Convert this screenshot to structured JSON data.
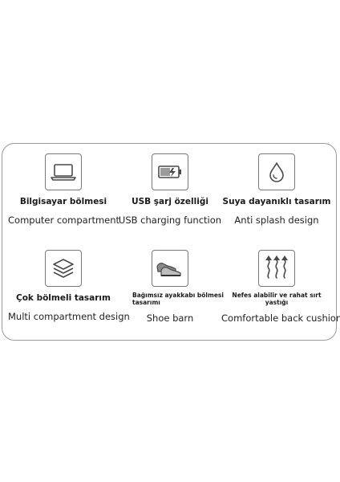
{
  "features": [
    {
      "title": "Bilgisayar bölmesi",
      "subtitle": "Computer compartment",
      "icon": "laptop-icon"
    },
    {
      "title": "USB şarj özelliği",
      "subtitle": "USB charging function",
      "icon": "battery-charging-icon"
    },
    {
      "title": "Suya dayanıklı tasarım",
      "subtitle": "Anti splash design",
      "icon": "water-drop-icon"
    },
    {
      "title": "Çok bölmeli tasarım",
      "subtitle": "Multi compartment design",
      "icon": "layers-icon"
    },
    {
      "title": "Bağımsız ayakkabı bölmesi tasarımı",
      "subtitle": "Shoe barn",
      "icon": "shoes-icon"
    },
    {
      "title": "Nefes alabilir ve rahat sırt yastığı",
      "subtitle": "Comfortable back cushion",
      "icon": "breathable-cushion-icon"
    }
  ],
  "colors": {
    "border": "#9a9a9a",
    "icon_stroke": "#4a4a4a"
  }
}
